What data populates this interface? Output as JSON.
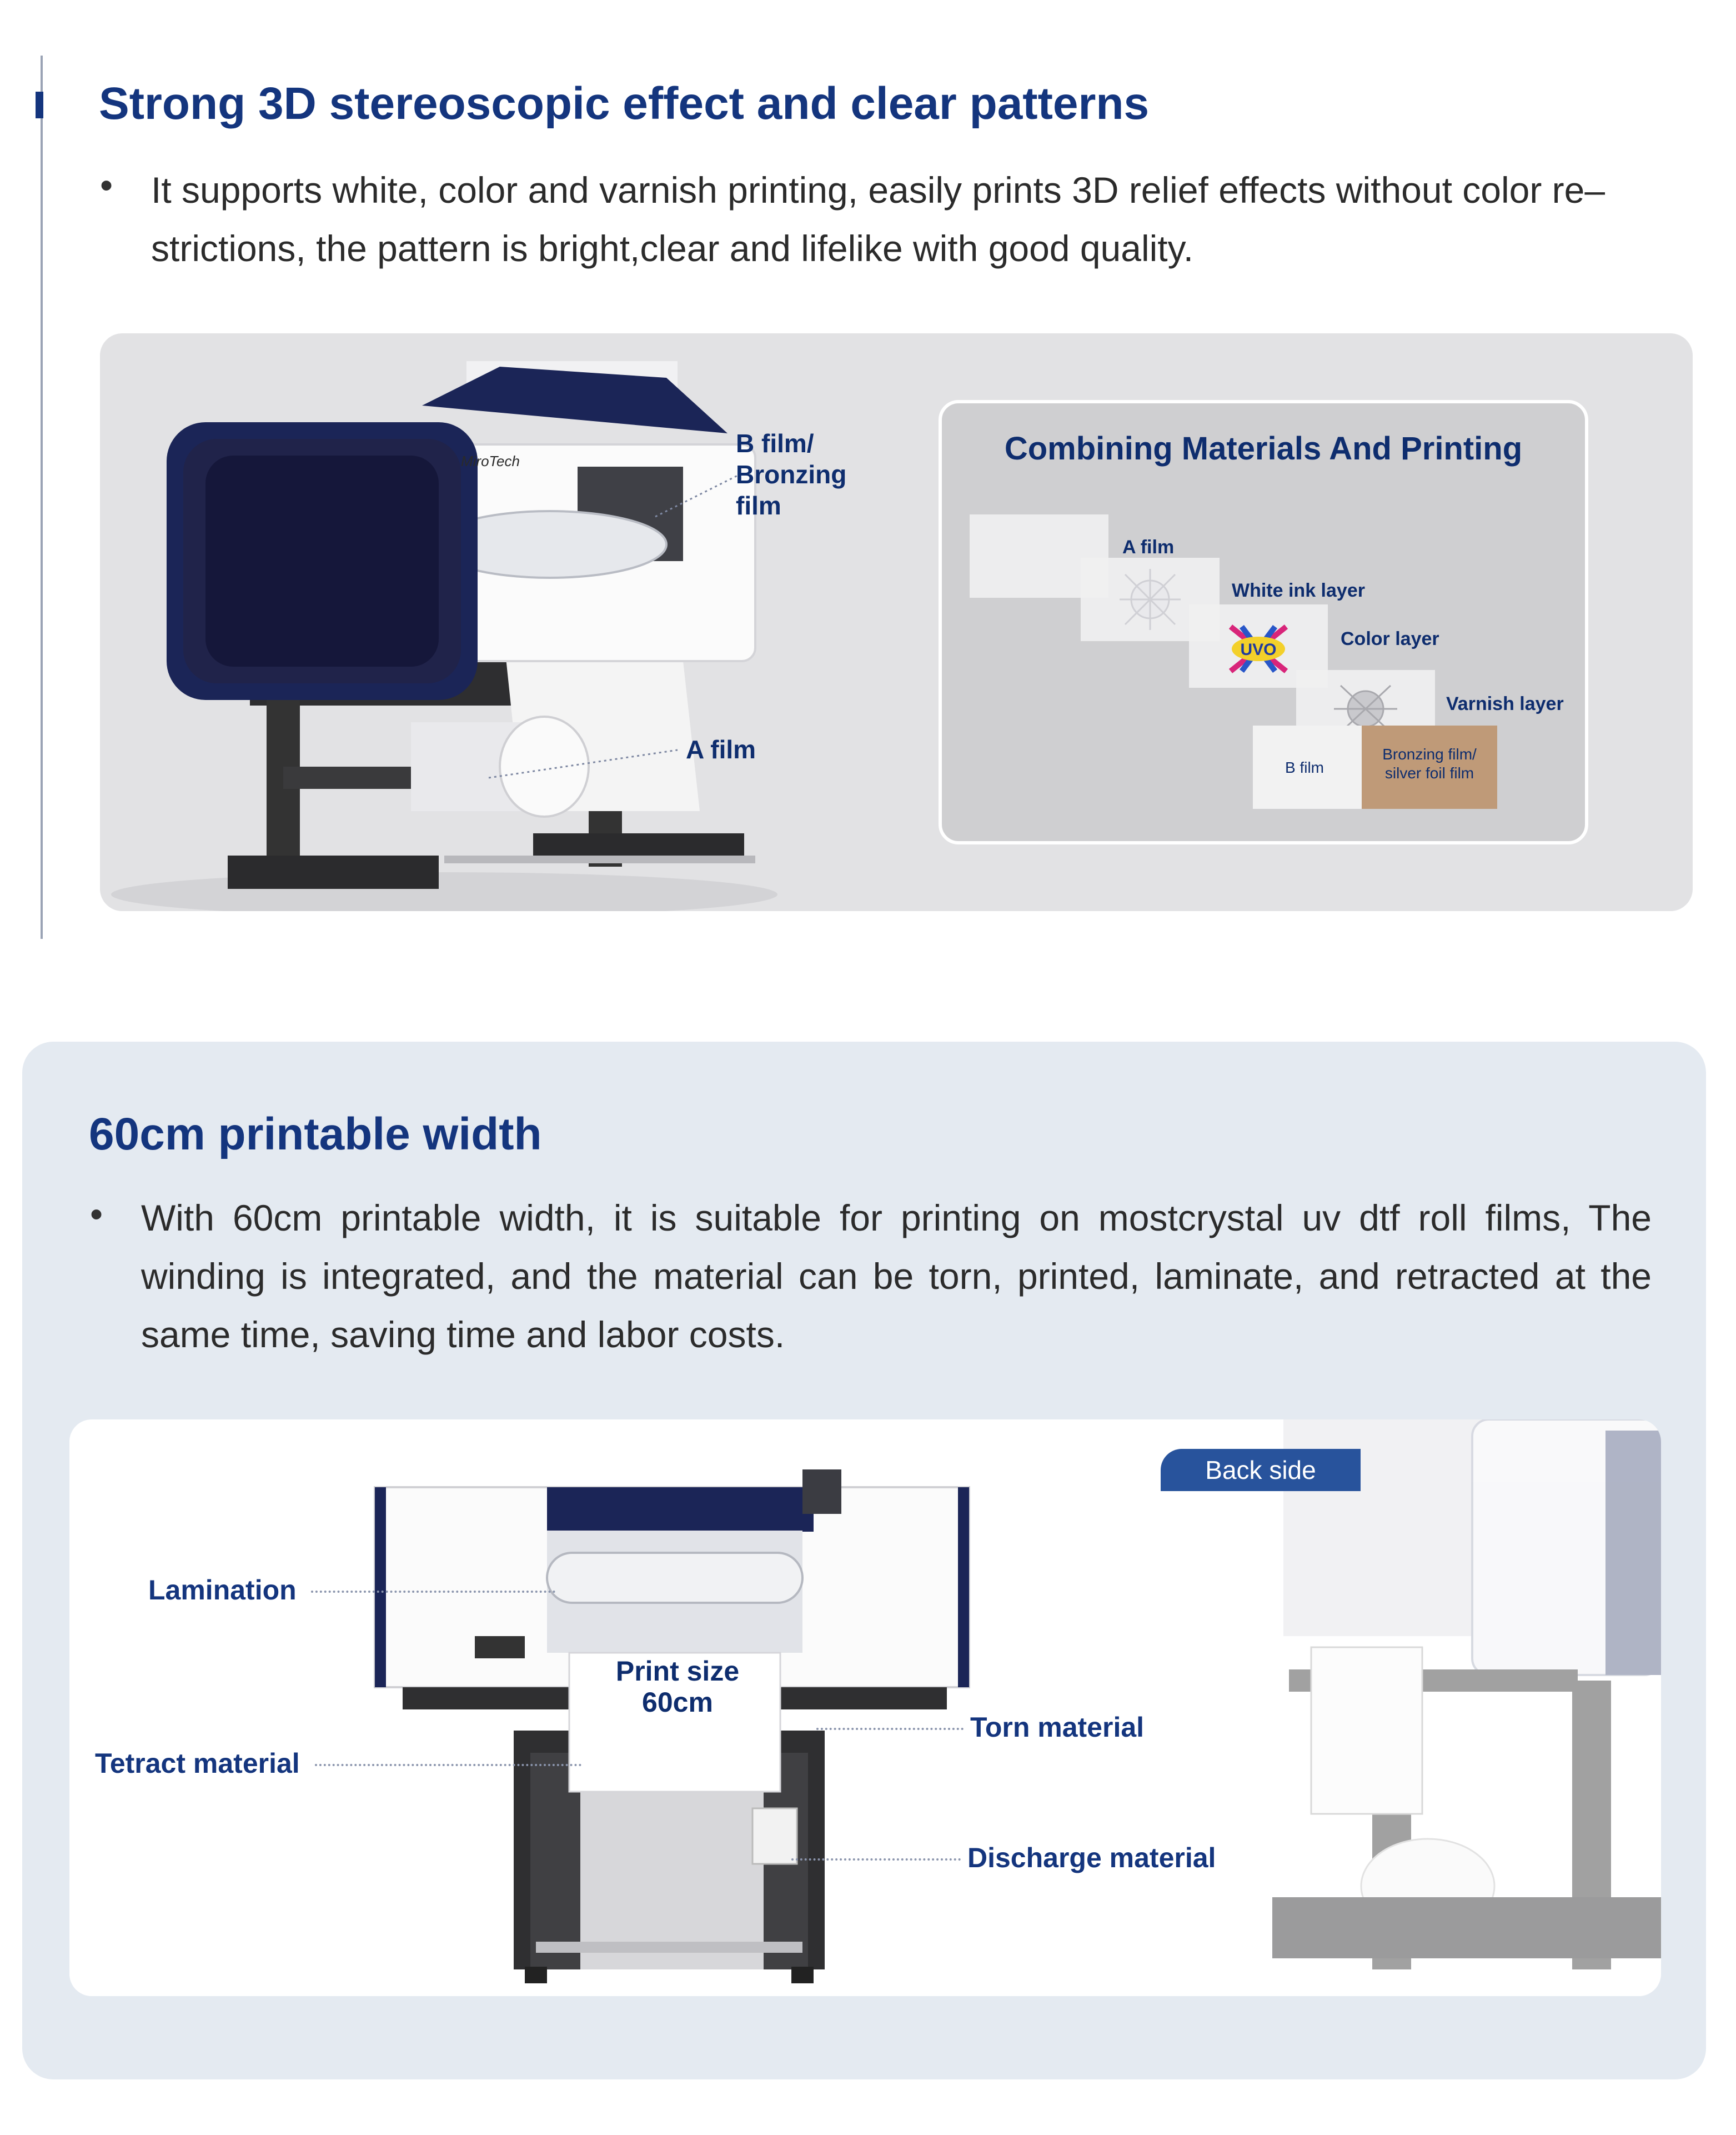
{
  "section1": {
    "title": "Strong 3D stereoscopic effect and clear patterns",
    "bullet_line1": "It supports white, color and varnish printing, easily prints 3D relief effects without color re–",
    "bullet_line2": "strictions, the pattern is bright,clear and lifelike with good quality.",
    "printer_brand": "MiroTech",
    "callout_b_film_line1": "B film/",
    "callout_b_film_line2": "Bronzing",
    "callout_b_film_line3": "film",
    "callout_a_film": "A film",
    "combo": {
      "title": "Combining Materials And Printing",
      "layers": {
        "a_film": "A film",
        "white_ink": "White ink layer",
        "color": "Color  layer",
        "varnish": "Varnish layer",
        "b_film": "B film",
        "bronzing_line1": "Bronzing film/",
        "bronzing_line2": "silver foil film"
      },
      "logo_text": "UVO"
    }
  },
  "section2": {
    "title": "60cm printable width",
    "bullet_line1": "With 60cm printable width, it is suitable for printing on mostcrystal uv dtf roll films, The",
    "bullet_line2": "winding is integrated, and the material can be torn, printed, laminate, and retracted at the",
    "bullet_line3": "same time, saving time and labor costs.",
    "callouts": {
      "lamination": "Lamination",
      "tetract": "Tetract material",
      "torn": "Torn material",
      "discharge": "Discharge material",
      "print_size_line1": "Print size",
      "print_size_line2": "60cm"
    },
    "back_side": "Back side"
  },
  "colors": {
    "heading": "#14357e",
    "navy": "#1b2557",
    "bronze": "#bf9a78",
    "tab": "#28539c"
  }
}
